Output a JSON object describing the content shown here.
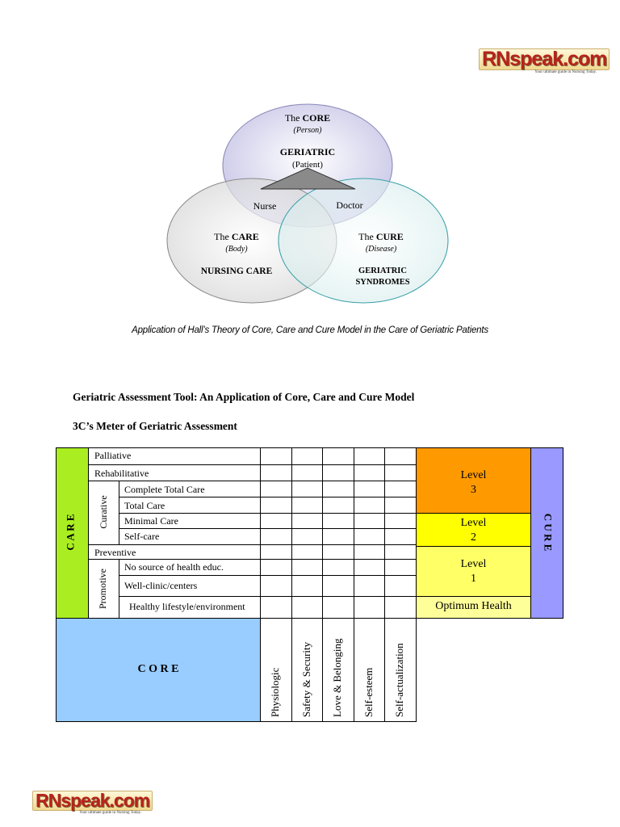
{
  "logo": {
    "brand": "RNspeak.com",
    "tagline": "Your ultimate guide in Nursing Today."
  },
  "venn": {
    "core": {
      "prefix": "The ",
      "title": "CORE",
      "sub": "(Person)"
    },
    "center": {
      "title": "GERIATRIC",
      "sub": "(Patient)"
    },
    "care": {
      "prefix": "The ",
      "title": "CARE",
      "sub": "(Body)",
      "label": "NURSING CARE"
    },
    "cure": {
      "prefix": "The ",
      "title": "CURE",
      "sub": "(Disease)",
      "label1": "GERIATRIC",
      "label2": "SYNDROMES"
    },
    "nurse": "Nurse",
    "doctor": "Doctor",
    "colors": {
      "core": "#b9b6e0",
      "care": "#c8c8c8",
      "cure": "#7cc7c7",
      "triangle": "#8a8a8a"
    }
  },
  "caption": "Application of Hall’s Theory of Core, Care and Cure Model in the Care of Geriatric Patients",
  "tool_title": "Geriatric Assessment Tool: An Application of Core, Care and Cure Model",
  "meter_title": "3C’s Meter of Geriatric Assessment",
  "meter": {
    "care_label": "C  A  R  E",
    "cure_label": "C  U  R  E",
    "core_label": "C   O   R   E",
    "rows": {
      "palliative": "Palliative",
      "rehabilitative": "Rehabilitative",
      "curative": "Curative",
      "complete_total_care": "Complete Total Care",
      "total_care": "Total Care",
      "minimal_care": "Minimal Care",
      "self_care": "Self-care",
      "preventive": "Preventive",
      "promotive": "Promotive",
      "no_source": "No source of health educ.",
      "well_clinic": "Well-clinic/centers",
      "healthy_lifestyle": "Healthy lifestyle/environment"
    },
    "needs": [
      "Physiologic",
      "Safety & Security",
      "Love & Belonging",
      "Self-esteem",
      "Self-actualization"
    ],
    "levels": {
      "level3": {
        "word": "Level",
        "num": "3"
      },
      "level2": {
        "word": "Level",
        "num": "2"
      },
      "level1": {
        "word": "Level",
        "num": "1"
      },
      "optimum": "Optimum Health"
    },
    "colors": {
      "care": "#aaee22",
      "cure": "#9999ff",
      "core": "#99ccff",
      "level3": "#ff9900",
      "level2": "#ffff00",
      "level1": "#ffff66"
    }
  }
}
